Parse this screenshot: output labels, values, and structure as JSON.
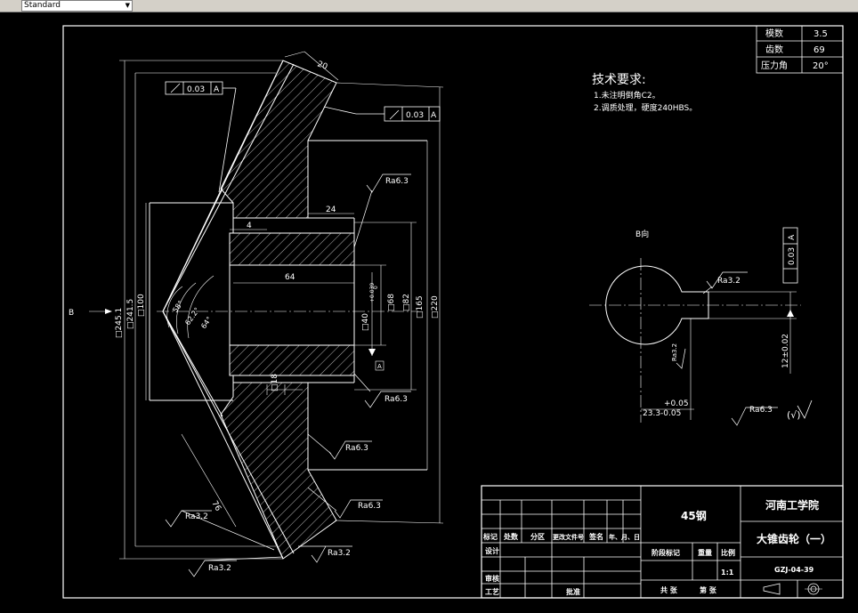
{
  "toolbar": {
    "style_combo": "Standard"
  },
  "param_table": [
    {
      "name": "模数",
      "value": "3.5"
    },
    {
      "name": "齿数",
      "value": "69"
    },
    {
      "name": "压力角",
      "value": "20°"
    }
  ],
  "tech_req": {
    "title": "技术要求:",
    "items": [
      "1.未注明倒角C2。",
      "2.调质处理，硬度240HBS。"
    ]
  },
  "dims": {
    "d20": "20",
    "tol1": "0.03",
    "tol2": "0.03",
    "tolA": "A",
    "tolA2": "A",
    "d24": "24",
    "d4": "4",
    "d64": "64",
    "d245": "□245.1",
    "d241": "□241.5",
    "d100": "□100",
    "d40": "□40",
    "d40tol": "+0.039",
    "d40tol2": "0",
    "d68": "□68",
    "d82": "□82",
    "d165": "□165",
    "d220": "□220",
    "d18": "□18",
    "d76": "76",
    "ang1": "58°",
    "ang2": "62.2°",
    "ang3": "64°",
    "datumA": "A",
    "B": "B",
    "ra1": "Ra6.3",
    "ra2": "Ra6.3",
    "ra3": "Ra6.3",
    "ra4": "Ra6.3",
    "ra5": "Ra3.2",
    "ra6": "Ra3.2",
    "ra7": "Ra3.2"
  },
  "bview": {
    "title": "B向",
    "ra": "Ra3.2",
    "ra2": "Ra3.2",
    "w1": "+0.05",
    "w2": "23.3-0.05",
    "tol": "0.03",
    "tolA": "A",
    "h": "12±0.02",
    "ra_general": "Ra6.3",
    "check": "(√)"
  },
  "title_block": {
    "material": "45钢",
    "school": "河南工学院",
    "part_name": "大锥齿轮（一）",
    "drawing_no": "GZJ-04-39",
    "scale": "1:1",
    "h_mark": "标记",
    "h_count": "处数",
    "h_zone": "分区",
    "h_doc": "更改文件号",
    "h_sign": "签名",
    "h_date": "年、月、日",
    "design": "设计",
    "review": "审核",
    "process": "工艺",
    "approve": "批准",
    "stage": "阶段标记",
    "weight": "重量",
    "ratio": "比例",
    "total": "共  张",
    "sheet": "第  张"
  }
}
